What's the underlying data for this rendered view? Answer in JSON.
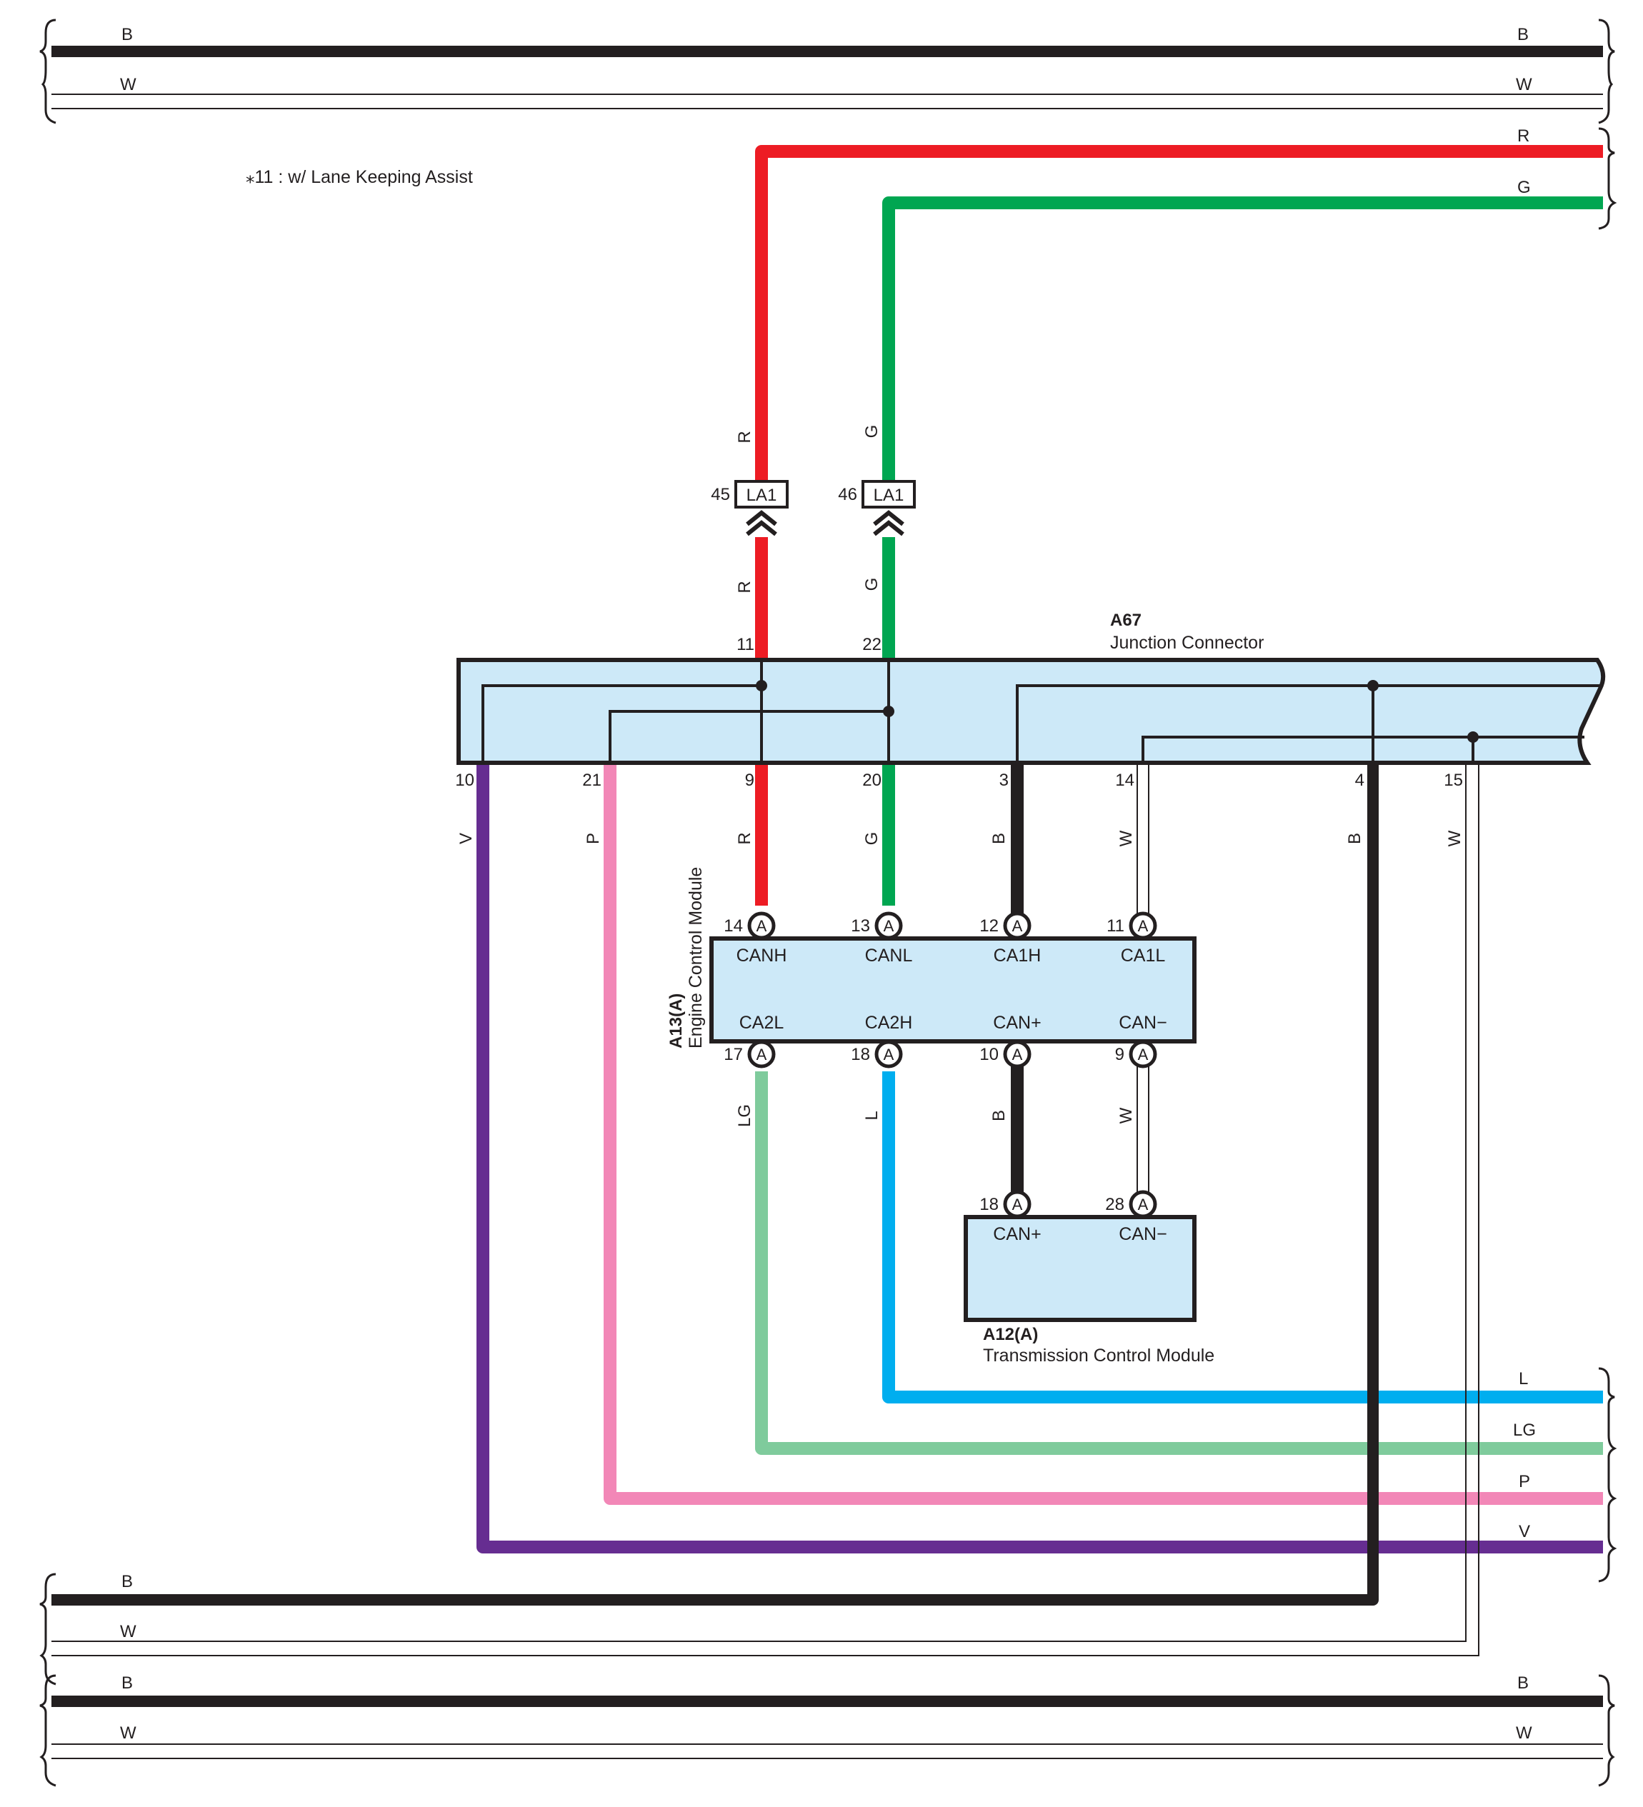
{
  "note": "⁎11 : w/ Lane Keeping Assist",
  "colors": {
    "B": "#231f20",
    "W": "#ffffff",
    "R": "#ed1c24",
    "G": "#00a651",
    "V": "#662d91",
    "P": "#f287b7",
    "LG": "#7fcb9c",
    "L": "#00aeef",
    "module_fill": "#cde9f8"
  },
  "bus_labels": {
    "top_b_left": "B",
    "top_b_right": "B",
    "top_w_left": "W",
    "top_w_right": "W",
    "right_r": "R",
    "right_g": "G",
    "right_l": "L",
    "right_lg": "LG",
    "right_p": "P",
    "right_v": "V",
    "bot1_b": "B",
    "bot1_w": "W",
    "bot2_b_left": "B",
    "bot2_b_right": "B",
    "bot2_w_left": "W",
    "bot2_w_right": "W"
  },
  "la1": {
    "left": {
      "pin": "45",
      "name": "LA1",
      "wire_above": "R",
      "wire_below": "R"
    },
    "right": {
      "pin": "46",
      "name": "LA1",
      "wire_above": "G",
      "wire_below": "G"
    }
  },
  "junction": {
    "ref": "A67",
    "name": "Junction Connector",
    "top_pins": [
      "11",
      "22"
    ],
    "bottom_pins": [
      {
        "pin": "10",
        "wire": "V"
      },
      {
        "pin": "21",
        "wire": "P"
      },
      {
        "pin": "9",
        "wire": "R"
      },
      {
        "pin": "20",
        "wire": "G"
      },
      {
        "pin": "3",
        "wire": "B"
      },
      {
        "pin": "14",
        "wire": "W"
      },
      {
        "pin": "4",
        "wire": "B"
      },
      {
        "pin": "15",
        "wire": "W"
      }
    ]
  },
  "ecm": {
    "ref": "A13(A)",
    "name": "Engine Control Module",
    "connector": "A",
    "top_pins": [
      {
        "pin": "14",
        "signal": "CANH"
      },
      {
        "pin": "13",
        "signal": "CANL"
      },
      {
        "pin": "12",
        "signal": "CA1H"
      },
      {
        "pin": "11",
        "signal": "CA1L"
      }
    ],
    "bottom_pins": [
      {
        "pin": "17",
        "signal": "CA2L",
        "wire": "LG"
      },
      {
        "pin": "18",
        "signal": "CA2H",
        "wire": "L"
      },
      {
        "pin": "10",
        "signal": "CAN+",
        "wire": "B"
      },
      {
        "pin": "9",
        "signal": "CAN−",
        "wire": "W"
      }
    ]
  },
  "tcm": {
    "ref": "A12(A)",
    "name": "Transmission Control Module",
    "connector": "A",
    "pins": [
      {
        "pin": "18",
        "signal": "CAN+"
      },
      {
        "pin": "28",
        "signal": "CAN−"
      }
    ]
  }
}
